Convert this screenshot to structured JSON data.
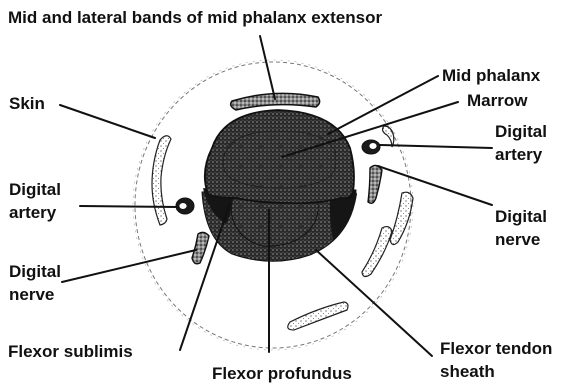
{
  "labels": {
    "mid_lateral_bands": "Mid and lateral bands of mid phalanx extensor",
    "mid_phalanx": "Mid phalanx",
    "marrow": "Marrow",
    "skin": "Skin",
    "digital_artery_right": [
      "Digital",
      "artery"
    ],
    "digital_artery_left": [
      "Digital",
      "artery"
    ],
    "digital_nerve_right": [
      "Digital",
      "nerve"
    ],
    "digital_nerve_left": [
      "Digital",
      "nerve"
    ],
    "flexor_sublimis": "Flexor sublimis",
    "flexor_profundus": "Flexor profundus",
    "flexor_tendon_sheath": [
      "Flexor tendon",
      "sheath"
    ]
  }
}
